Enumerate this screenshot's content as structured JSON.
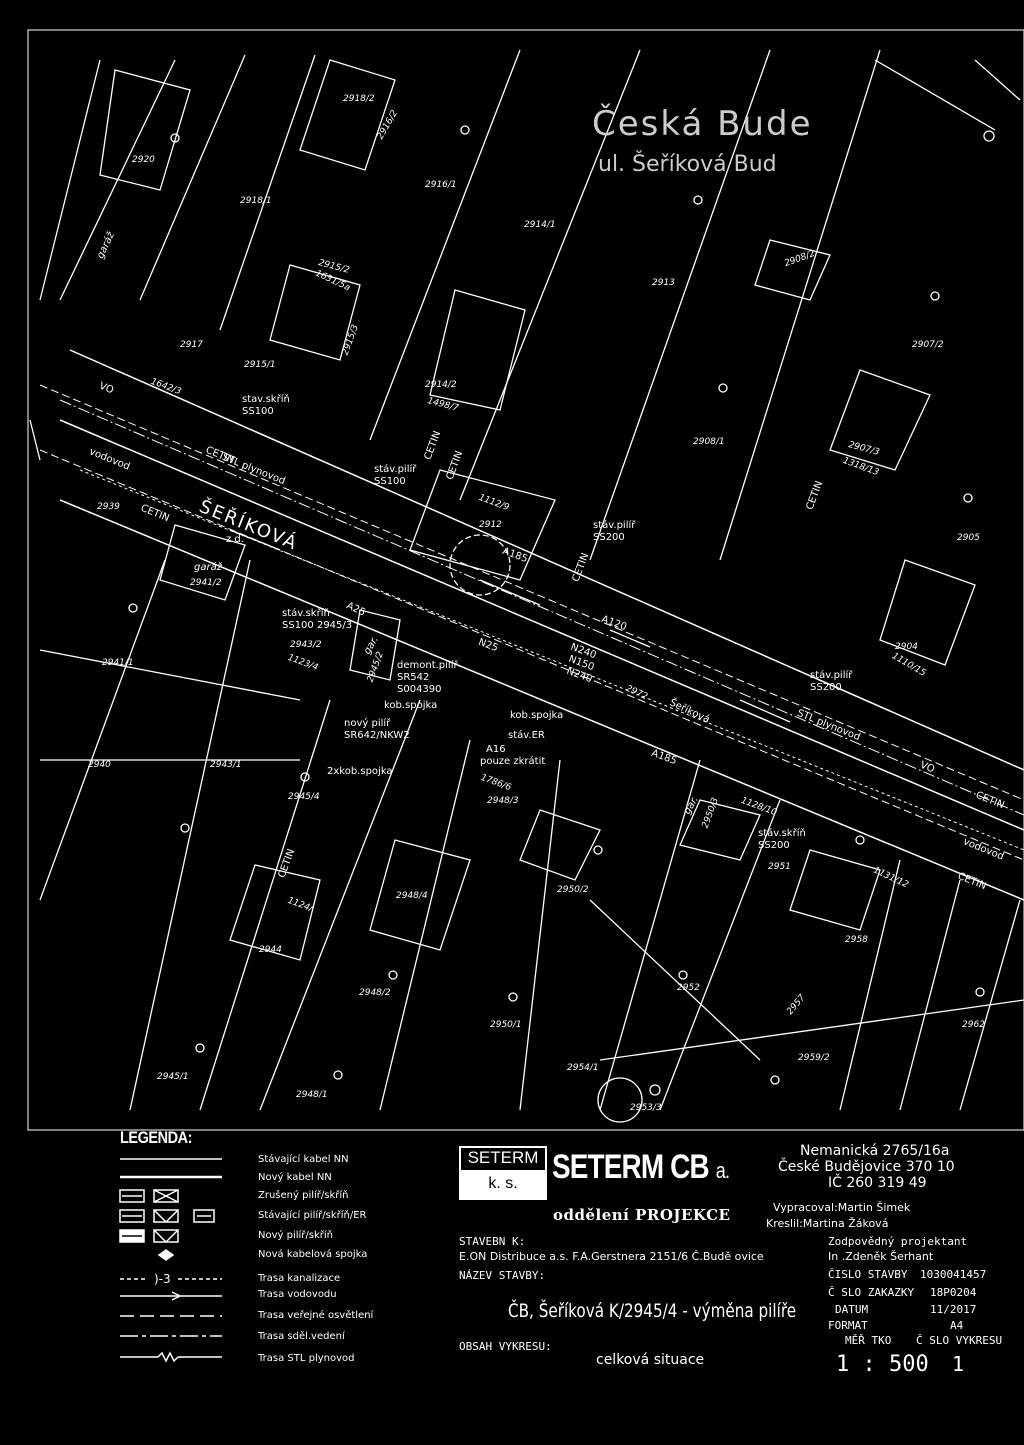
{
  "map": {
    "parcels": [
      "2920",
      "2918/2",
      "2916/2",
      "2916/1",
      "2918/1",
      "2914/1",
      "2913",
      "2908/2",
      "2915/2",
      "1631/5a",
      "2917",
      "2915/1",
      "2915/3",
      "1642/3",
      "2914/2",
      "1498/7",
      "2907/2",
      "2908/1",
      "2907/3",
      "1318/13",
      "2939",
      "1112/9",
      "2912",
      "2905",
      "2941/2",
      "2941/1",
      "2943/2",
      "1123/4",
      "2945/2",
      "2904",
      "1110/15",
      "2972",
      "2940",
      "2943/1",
      "2945/4",
      "1786/6",
      "2948/3",
      "2950/3",
      "1128/10",
      "2951",
      "1131/12",
      "2948/4",
      "2950/2",
      "2958",
      "1124/",
      "2944",
      "2948/2",
      "2952",
      "2957",
      "2950/1",
      "2962",
      "2945/1",
      "2948/1",
      "2954/1",
      "2959/2",
      "2953/3"
    ],
    "labels": {
      "garaz1": "garáž",
      "garaz2": "garáž",
      "gar": "gar.",
      "gar2": "gar.",
      "stav_skrin_1": "stav.skříň",
      "ss100_1": "SS100",
      "stav_pilir_1": "stáv.pilíř",
      "ss100_2": "SS100",
      "stav_pilir_2": "stáv.pilíř",
      "ss200_1": "SS200",
      "stav_pilir_3": "stáv.pilíř",
      "ss200_2": "SS200",
      "stav_skrin_2": "stáv.skříň",
      "ss200_3": "SS200",
      "stav_skrin_3": "stáv.skříň",
      "ss100_3": "SS100 2945/3",
      "demont": "demont.pilíř",
      "sr542": "SR542",
      "s004": "S004390",
      "kobspojka1": "kob.spojka",
      "novy_pilir": "nový pilíř",
      "sr642": "SR642/NKW2",
      "kob2": "2xkob.spojka",
      "kobspojka2": "kob.spojka",
      "stav_er": "stáv.ER",
      "a16": "A16",
      "pouze": "pouze zkrátit",
      "a25": "A25",
      "a185_1": "A185",
      "a185_2": "A185",
      "a120": "A120",
      "n240_1": "N240",
      "n150": "N150",
      "n240_2": "N240",
      "n25": "N25",
      "serikova_big": "ŠEŘÍKOVÁ",
      "serikova_small": "Šeříková",
      "cetin1": "CETIN",
      "cetin2": "CETIN",
      "cetin3": "CETIN",
      "cetin4": "CETIN",
      "cetin5": "CETIN",
      "cetin6": "CETIN",
      "cetin7": "CETIN",
      "cetin8": "CETIN",
      "cetin9": "CETIN",
      "stl_plyn1": "STL plynovod",
      "stl_plyn2": "STL plynovod",
      "vo1": "VO",
      "vo2": "VO",
      "vodovod1": "vodovod",
      "vodovod2": "vodovod",
      "zd": "z.d.",
      "ceske_top": "Česká Bude",
      "ceske_sub": "ul. Šeříková Bud"
    }
  },
  "legend": {
    "title": "LEGENDA:",
    "items": [
      "Stávající kabel NN",
      "Nový kabel NN",
      "Zrušený pilíř/skříň",
      "Stávající pilíř/skříň/ER",
      "Nový pilíř/skříň",
      "Nová kabelová spojka",
      "Trasa kanalizace",
      "Trasa vodovodu",
      "Trasa veřejné osvětlení",
      "Trasa sděl.vedení",
      "Trasa STL plynovod"
    ]
  },
  "titleblock": {
    "logo_top": "SETERM",
    "logo_bottom": "k. s.",
    "company": "SETERM CB",
    "company_suffix": "a.",
    "dept": "oddělení PROJEKCE",
    "addr1": "Nemanická 2765/16a",
    "addr2": "České Budějovice 370 10",
    "ic": "IČ 260 319 49",
    "vypracoval": "Vypracoval:Martin Šimek",
    "kreslil": "Kreslil:Martina Žáková",
    "zodpovedny": "Zodpovědný projektant",
    "stavebnik_label": "STAVEBN K:",
    "stavebnik": "E.ON Distribuce a.s. F.A.Gerstnera 2151/6 Č.Budě ovice",
    "inzenyr": "In .Zdeněk Šerhant",
    "nazev_label": "NÁZEV STAVBY:",
    "nazev": "ČB, Šeříková K/2945/4 - výměna pilíře",
    "cislo_stavby_label": "ČISLO STAVBY",
    "cislo_stavby": "1030041457",
    "cislo_zakazky_label": "Č SLO ZAKAZKY",
    "cislo_zakazky": "18P0204",
    "datum_label": "DATUM",
    "datum": "11/2017",
    "format_label": "FORMAT",
    "format": "A4",
    "meritko_label": "MĚŘ TKO",
    "meritko": "1 : 500",
    "cislo_vykresu_label": "Č SLO VYKRESU",
    "cislo_vykresu": "1",
    "obsah_label": "OBSAH VYKRESU:",
    "obsah": "celková situace"
  }
}
